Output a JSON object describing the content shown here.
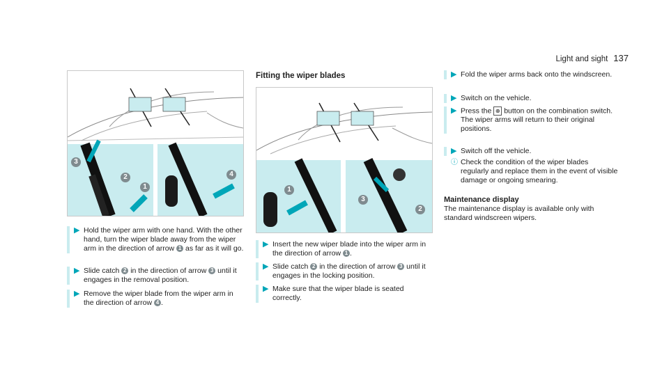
{
  "header": {
    "section": "Light and sight",
    "page": "137"
  },
  "col1": {
    "figure_labels": [
      "3",
      "2",
      "1",
      "4"
    ],
    "steps": [
      {
        "pre": "Hold the wiper arm with one hand. With the other hand, turn the wiper blade away from the wiper arm in the direction of arrow ",
        "n": "1",
        "post": " as far as it will go."
      },
      {
        "pre": "Slide catch ",
        "n": "2",
        "mid": " in the direction of arrow ",
        "n2": "3",
        "post": " until it engages in the removal position."
      },
      {
        "pre": "Remove the wiper blade from the wiper arm in the direction of arrow ",
        "n": "4",
        "post": "."
      }
    ]
  },
  "col2": {
    "title": "Fitting the wiper blades",
    "figure_labels": [
      "1",
      "3",
      "2"
    ],
    "steps": [
      {
        "pre": "Insert the new wiper blade into the wiper arm in the direction of arrow ",
        "n": "1",
        "post": "."
      },
      {
        "pre": "Slide catch ",
        "n": "2",
        "mid": " in the direction of arrow ",
        "n2": "3",
        "post": " until it engages in the locking position."
      },
      {
        "pre": "Make sure that the wiper blade is seated correctly.",
        "post": ""
      }
    ]
  },
  "col3": {
    "steps": [
      {
        "text": "Fold the wiper arms back onto the windscreen."
      },
      {
        "text": "Switch on the vehicle."
      },
      {
        "pre": "Press the ",
        "icon": "⊕",
        "post": " button on the combination switch.",
        "extra": "The wiper arms will return to their original positions."
      },
      {
        "text": "Switch off the vehicle."
      }
    ],
    "info": "Check the condition of the wiper blades regularly and replace them in the event of visible damage or ongoing smearing.",
    "maint_title": "Maintenance display",
    "maint_text": "The maintenance display is available only with standard windscreen wipers."
  },
  "colors": {
    "accent": "#00a6b8",
    "panel": "#c9ecef",
    "badge": "#7f8b8f"
  }
}
